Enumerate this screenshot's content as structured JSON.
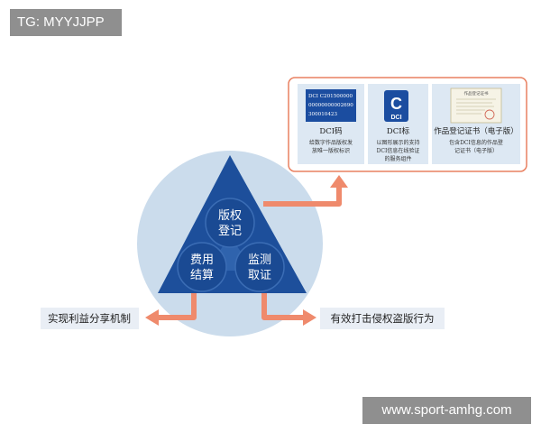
{
  "corner_tag": "TG: MYYJJPP",
  "watermark": "www.sport-amhg.com",
  "center": {
    "top_node": [
      "版权",
      "登记"
    ],
    "left_node": [
      "费用",
      "结算"
    ],
    "right_node": [
      "监测",
      "取证"
    ]
  },
  "panel": {
    "cards": [
      {
        "title": "DCI码",
        "desc": [
          "给数字作品版权发",
          "放唯一版权标识"
        ],
        "image_text": [
          "DCI C201500000",
          "00000000002690",
          "300010423"
        ]
      },
      {
        "title": "DCI标",
        "desc": [
          "以图形展示的支持",
          "DCI信息在线验证",
          "的服务组件"
        ],
        "image_text": [
          "C",
          "DCI"
        ]
      },
      {
        "title": "作品登记证书（电子版）",
        "desc": [
          "包含DCI信息的作品登",
          "记证书（电子版）"
        ],
        "image_text": [
          "作品登记证书"
        ]
      }
    ]
  },
  "outputs": {
    "left_label": "实现利益分享机制",
    "right_label": "有效打击侵权盗版行为"
  },
  "colors": {
    "circle": "#cbdcec",
    "triangle": "#1d4f9b",
    "node": "#1a4a93",
    "arrow": "#ef8a6c",
    "panel_border": "#e98060",
    "card_bg": "#dde8f3",
    "code_blue": "#1b4da0",
    "label_bg": "#e9eef5"
  }
}
